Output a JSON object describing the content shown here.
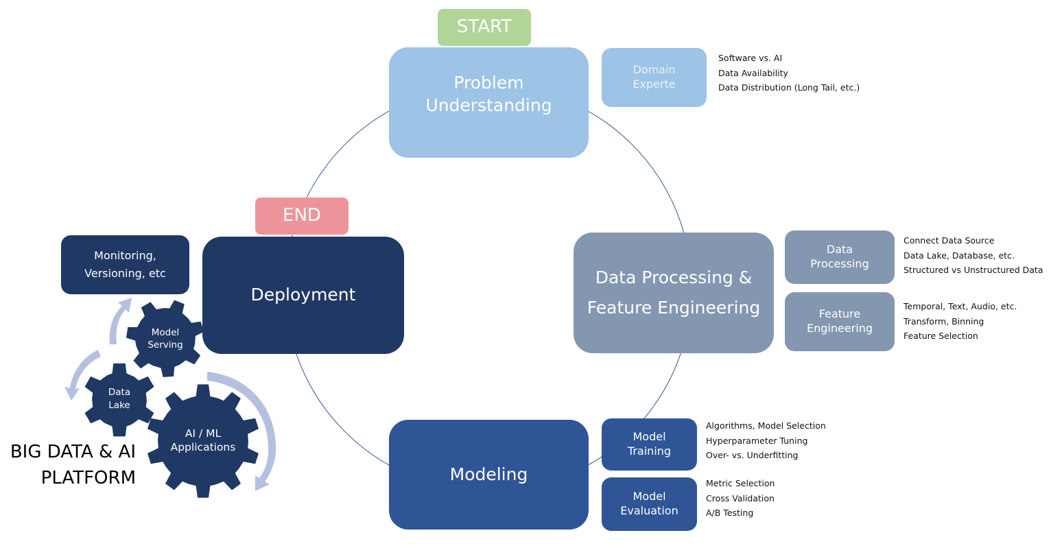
{
  "colors": {
    "problem_understanding": "#9dc3e6",
    "data_processing": "#8497b0",
    "modeling": "#2f5597",
    "deployment": "#203864",
    "start": "#a9d18e",
    "end": "#ed949a",
    "cycle_line": "#2f5597",
    "arrows": "#b4c0e0"
  },
  "start_label": "START",
  "end_label": "END",
  "stages": {
    "problem_understanding": {
      "label": "Problem Understanding",
      "line1": "Problem",
      "line2": "Understanding",
      "sub": [
        {
          "line1": "Domain",
          "line2": "Experte",
          "notes": [
            "Software vs. AI",
            "Data Availability",
            "Data Distribution (Long Tail, etc.)"
          ]
        }
      ]
    },
    "data_processing": {
      "line1": "Data Processing &",
      "line2": "Feature Engineering",
      "sub": [
        {
          "line1": "Data",
          "line2": "Processing",
          "notes": [
            "Connect Data Source",
            "Data Lake, Database, etc.",
            "Structured vs Unstructured Data"
          ]
        },
        {
          "line1": "Feature",
          "line2": "Engineering",
          "notes": [
            "Temporal, Text, Audio, etc.",
            "Transform, Binning",
            "Feature Selection"
          ]
        }
      ]
    },
    "modeling": {
      "line1": "Modeling",
      "sub": [
        {
          "line1": "Model",
          "line2": "Training",
          "notes": [
            "Algorithms, Model Selection",
            "Hyperparameter Tuning",
            "Over- vs. Underfitting"
          ]
        },
        {
          "line1": "Model",
          "line2": "Evaluation",
          "notes": [
            "Metric Selection",
            "Cross Validation",
            "A/B Testing"
          ]
        }
      ]
    },
    "deployment": {
      "line1": "Deployment",
      "sub": [
        {
          "line1": "Monitoring,",
          "line2": "Versioning, etc"
        }
      ]
    }
  },
  "platform": {
    "line1": "BIG DATA & AI",
    "line2": "PLATFORM",
    "gears": [
      {
        "line1": "Model",
        "line2": "Serving"
      },
      {
        "line1": "Data",
        "line2": "Lake"
      },
      {
        "line1": "AI / ML",
        "line2": "Applications"
      }
    ]
  }
}
